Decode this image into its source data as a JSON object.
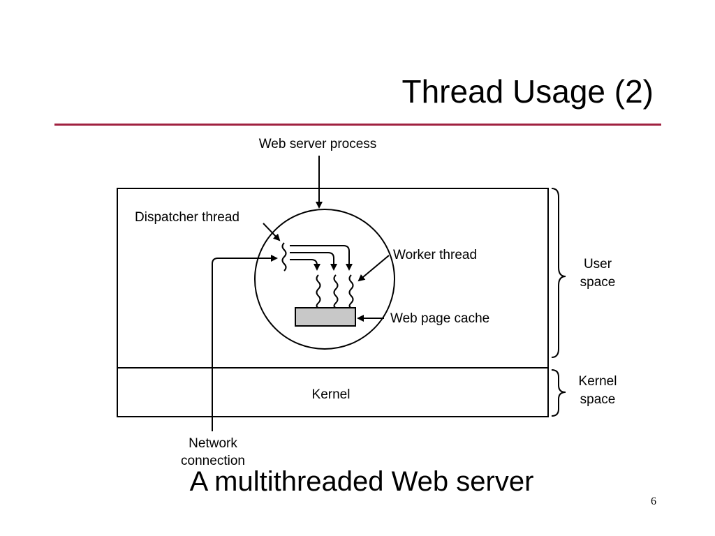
{
  "slide": {
    "title": "Thread Usage (2)",
    "caption": "A multithreaded Web server",
    "page_number": "6",
    "accent_color": "#a0213f"
  },
  "diagram": {
    "labels": {
      "web_server_process": "Web server process",
      "dispatcher_thread": "Dispatcher thread",
      "worker_thread": "Worker thread",
      "web_page_cache": "Web page cache",
      "user_space_line1": "User",
      "user_space_line2": "space",
      "kernel": "Kernel",
      "kernel_space_line1": "Kernel",
      "kernel_space_line2": "space",
      "network_line1": "Network",
      "network_line2": "connection"
    },
    "cache_fill": "#c8c8c8"
  }
}
